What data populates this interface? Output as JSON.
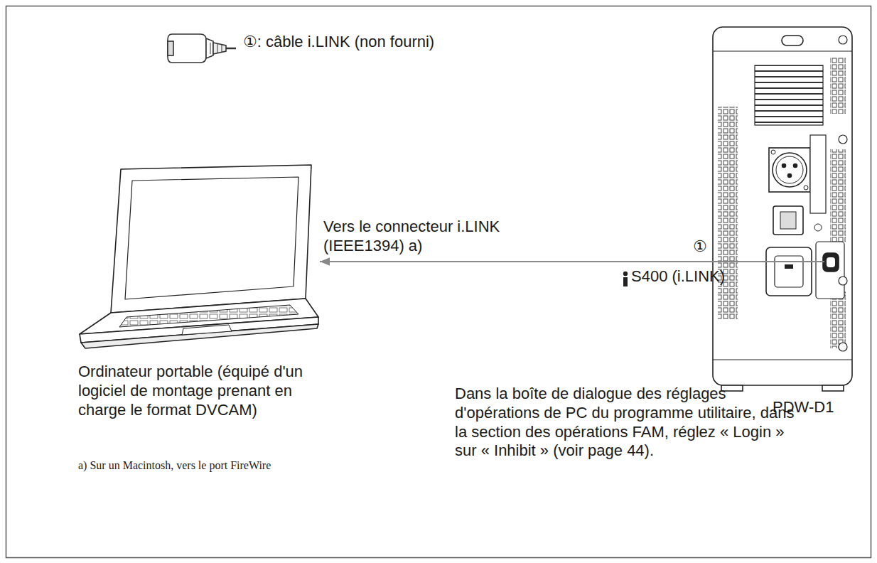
{
  "diagram": {
    "nodes": [
      {
        "text": [
          "Ordinateur portable (équipé d'un logiciel de montage prenant en charge le format DVCAM)"
        ]
      },
      {
        "text": [
          "PDW-D1"
        ]
      }
    ],
    "edges": [
      {
        "from": 1,
        "to": 0,
        "arrow": "to",
        "label": "①"
      }
    ],
    "labels": [
      "①: câble i.LINK (non fourni)",
      "Vers le connecteur i.LINK (IEEE1394) a)",
      "S400 (i.LINK)",
      "Dans la boîte de dialogue des réglages d'opérations de PC du programme utilitaire, dans la section des opérations FAM, réglez « Login » sur « Inhibit » (voir page 44).",
      "a) Sur un Macintosh, vers le port FireWire"
    ]
  }
}
